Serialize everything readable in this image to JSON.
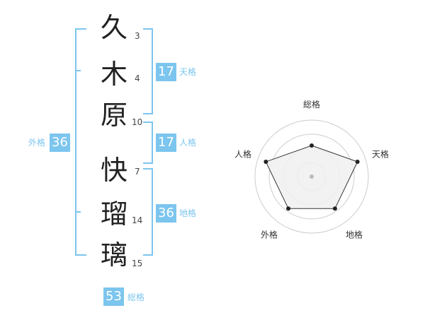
{
  "name": {
    "chars": [
      {
        "char": "久",
        "strokes": "3"
      },
      {
        "char": "木",
        "strokes": "4"
      },
      {
        "char": "原",
        "strokes": "10"
      },
      {
        "char": "快",
        "strokes": "7"
      },
      {
        "char": "瑠",
        "strokes": "14"
      },
      {
        "char": "璃",
        "strokes": "15"
      }
    ]
  },
  "kaku": {
    "tenkaku": {
      "value": "17",
      "label": "天格"
    },
    "jinkaku": {
      "value": "17",
      "label": "人格"
    },
    "chikaku": {
      "value": "36",
      "label": "地格"
    },
    "gaikaku": {
      "value": "36",
      "label": "外格"
    },
    "soukaku": {
      "value": "53",
      "label": "総格"
    }
  },
  "colors": {
    "accent": "#7cc5ee",
    "radar_fill": "#f0f0f0",
    "radar_ring": "#cccccc",
    "radar_line": "#333333"
  },
  "chart_data": {
    "type": "radar",
    "axes": [
      "総格",
      "天格",
      "地格",
      "外格",
      "人格"
    ],
    "values": [
      0.55,
      0.85,
      0.7,
      0.7,
      0.85
    ],
    "rings": 4
  }
}
